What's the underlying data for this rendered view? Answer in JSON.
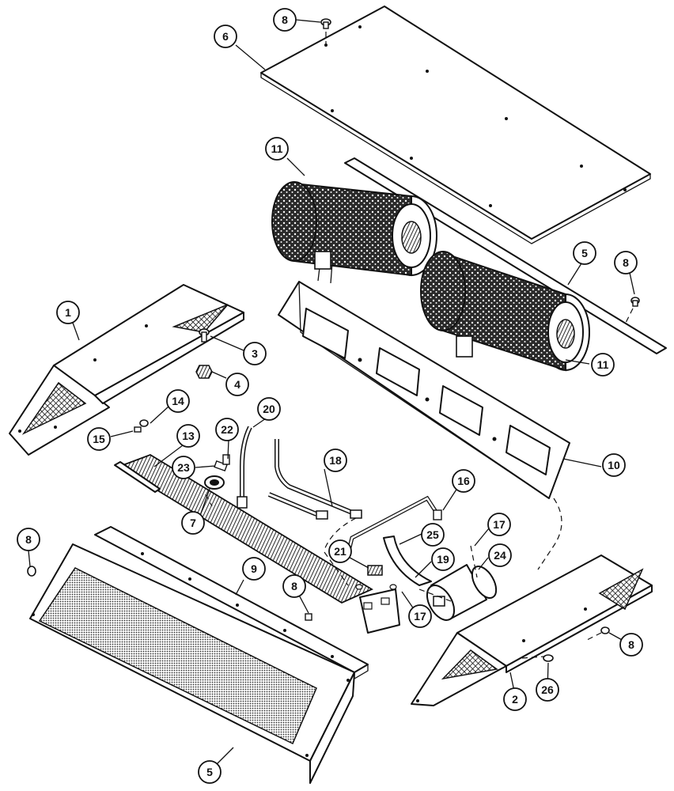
{
  "callouts": [
    {
      "id": "c-8-top",
      "label": "8"
    },
    {
      "id": "c-6",
      "label": "6"
    },
    {
      "id": "c-11-left",
      "label": "11"
    },
    {
      "id": "c-5-right",
      "label": "5"
    },
    {
      "id": "c-8-right",
      "label": "8"
    },
    {
      "id": "c-1",
      "label": "1"
    },
    {
      "id": "c-3",
      "label": "3"
    },
    {
      "id": "c-4",
      "label": "4"
    },
    {
      "id": "c-11-right",
      "label": "11"
    },
    {
      "id": "c-14",
      "label": "14"
    },
    {
      "id": "c-15",
      "label": "15"
    },
    {
      "id": "c-20",
      "label": "20"
    },
    {
      "id": "c-22",
      "label": "22"
    },
    {
      "id": "c-13",
      "label": "13"
    },
    {
      "id": "c-23",
      "label": "23"
    },
    {
      "id": "c-18",
      "label": "18"
    },
    {
      "id": "c-10",
      "label": "10"
    },
    {
      "id": "c-16",
      "label": "16"
    },
    {
      "id": "c-7",
      "label": "7"
    },
    {
      "id": "c-17-top",
      "label": "17"
    },
    {
      "id": "c-25",
      "label": "25"
    },
    {
      "id": "c-24",
      "label": "24"
    },
    {
      "id": "c-8-left",
      "label": "8"
    },
    {
      "id": "c-21",
      "label": "21"
    },
    {
      "id": "c-19",
      "label": "19"
    },
    {
      "id": "c-9",
      "label": "9"
    },
    {
      "id": "c-8-mid",
      "label": "8"
    },
    {
      "id": "c-17-bot",
      "label": "17"
    },
    {
      "id": "c-8-bot-right",
      "label": "8"
    },
    {
      "id": "c-2",
      "label": "2"
    },
    {
      "id": "c-26",
      "label": "26"
    },
    {
      "id": "c-5-bot",
      "label": "5"
    }
  ]
}
